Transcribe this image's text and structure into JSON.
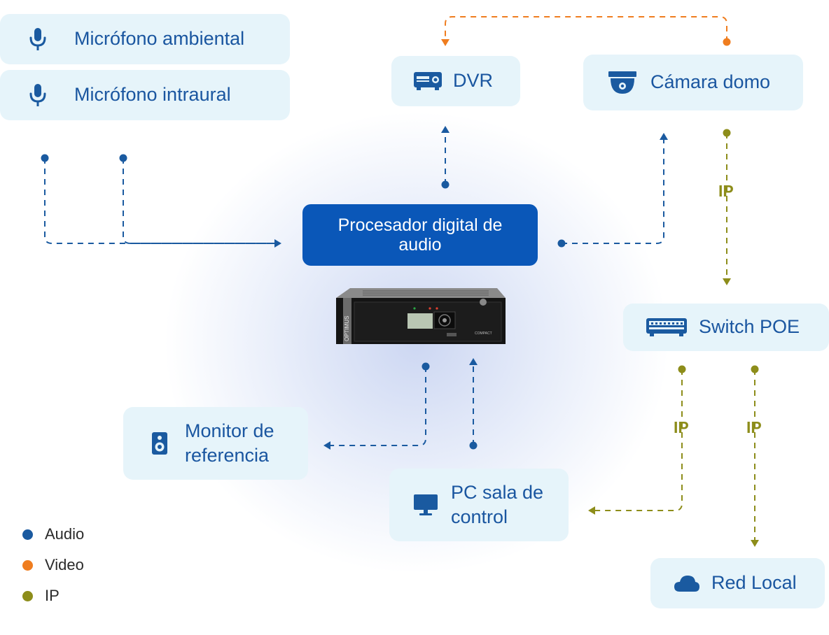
{
  "nodes": {
    "mic_ambient": {
      "label": "Micrófono ambiental",
      "icon": "microphone-icon"
    },
    "mic_inear": {
      "label": "Micrófono intraural",
      "icon": "microphone-icon"
    },
    "dvr": {
      "label": "DVR",
      "icon": "dvr-icon"
    },
    "dome_camera": {
      "label": "Cámara domo",
      "icon": "dome-camera-icon"
    },
    "processor": {
      "label": "Procesador digital de audio"
    },
    "switch_poe": {
      "label": "Switch POE",
      "icon": "network-switch-icon"
    },
    "monitor": {
      "label": "Monitor de referencia",
      "icon": "speaker-icon"
    },
    "pc": {
      "label": "PC sala de control",
      "icon": "monitor-icon"
    },
    "red_local": {
      "label": "Red Local",
      "icon": "cloud-icon"
    }
  },
  "device": {
    "brand": "OPTIMUS",
    "model": "COMPACT",
    "icon": "rack-processor-image"
  },
  "ip_labels": [
    "IP",
    "IP",
    "IP"
  ],
  "legend": [
    {
      "label": "Audio",
      "color": "#1a5aa0"
    },
    {
      "label": "Video",
      "color": "#ef7d1f"
    },
    {
      "label": "IP",
      "color": "#8d8d1a"
    }
  ],
  "colors": {
    "audio": "#1a5aa0",
    "video": "#ef7d1f",
    "ip": "#8d8d1a",
    "node_bg": "#e6f4fa",
    "processor_bg": "#0a57b8"
  }
}
